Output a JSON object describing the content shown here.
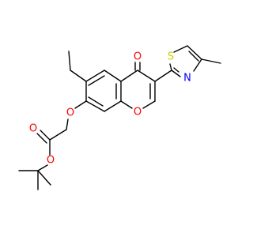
{
  "molecule": {
    "atoms": {
      "O_ketone": {
        "label": "O",
        "color": "#ff0000"
      },
      "S_thiazole": {
        "label": "S",
        "color": "#cccc00"
      },
      "N_thiazole": {
        "label": "N",
        "color": "#0000ff"
      },
      "O_ring": {
        "label": "O",
        "color": "#ff0000"
      },
      "O_ether": {
        "label": "O",
        "color": "#ff0000"
      },
      "O_carbonyl": {
        "label": "O",
        "color": "#ff0000"
      },
      "O_ester": {
        "label": "O",
        "color": "#ff0000"
      }
    }
  }
}
